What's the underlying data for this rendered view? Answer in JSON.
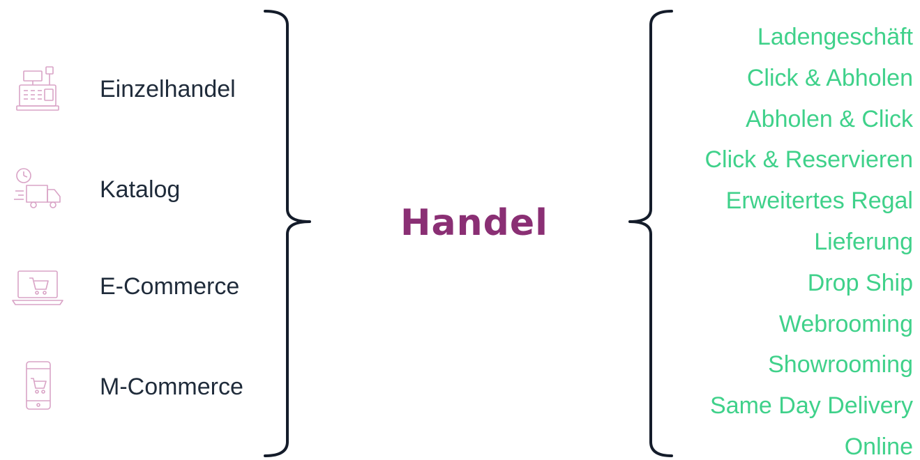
{
  "center": {
    "title": "Handel"
  },
  "left": {
    "items": [
      {
        "label": "Einzelhandel",
        "icon": "cash-register-icon"
      },
      {
        "label": "Katalog",
        "icon": "delivery-truck-clock-icon"
      },
      {
        "label": "E-Commerce",
        "icon": "laptop-cart-icon"
      },
      {
        "label": "M-Commerce",
        "icon": "phone-cart-icon"
      }
    ]
  },
  "right": {
    "items": [
      "Ladengeschäft",
      "Click & Abholen",
      "Abholen & Click",
      "Click & Reservieren",
      "Erweitertes Regal",
      "Lieferung",
      "Drop Ship",
      "Webrooming",
      "Showrooming",
      "Same Day Delivery",
      "Online"
    ]
  },
  "colors": {
    "title": "#8a2f74",
    "left_text": "#1f2b3a",
    "right_text": "#3fd18a",
    "icon_stroke": "#d9a3c6",
    "bracket": "#141c2a"
  }
}
